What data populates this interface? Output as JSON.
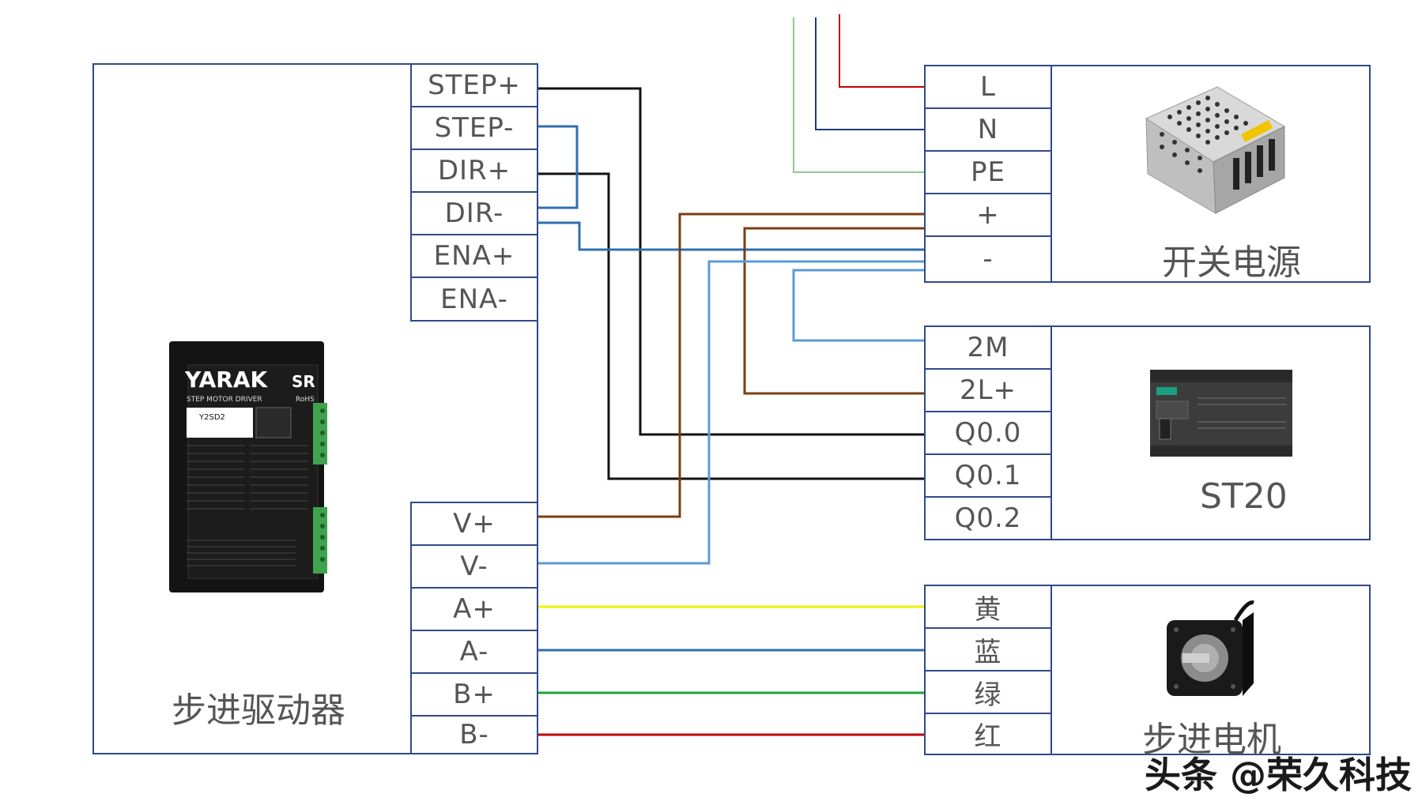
{
  "driver": {
    "title": "步进驱动器",
    "pins_top": [
      "STEP+",
      "STEP-",
      "DIR+",
      "DIR-",
      "ENA+",
      "ENA-"
    ],
    "pins_bottom": [
      "V+",
      "V-",
      "A+",
      "A-",
      "B+",
      "B-"
    ],
    "image": {
      "brand": "YARAK",
      "brand_suffix": "SR",
      "subtitle": "STEP MOTOR DRIVER",
      "rohs": "RoHS",
      "model": "Y2SD2"
    }
  },
  "psu": {
    "title": "开关电源",
    "pins": [
      "L",
      "N",
      "PE",
      "+",
      "-"
    ]
  },
  "plc": {
    "title": "ST20",
    "pins": [
      "2M",
      "2L+",
      "Q0.0",
      "Q0.1",
      "Q0.2"
    ]
  },
  "motor": {
    "title": "步进电机",
    "pins": [
      "黄",
      "蓝",
      "绿",
      "红"
    ]
  },
  "watermark": "头条 @荣久科技",
  "colors": {
    "border": "#2e4a87",
    "black_wire": "#111111",
    "blue_wire": "#2f6fb0",
    "light_blue_wire": "#5b9bd5",
    "brown_wire": "#7a3e12",
    "red_wire": "#c00000",
    "navy_wire": "#1f3a7a",
    "green_pe_wire": "#8fc98f",
    "yellow_wire": "#f0f000",
    "green_wire": "#1aa33a"
  }
}
